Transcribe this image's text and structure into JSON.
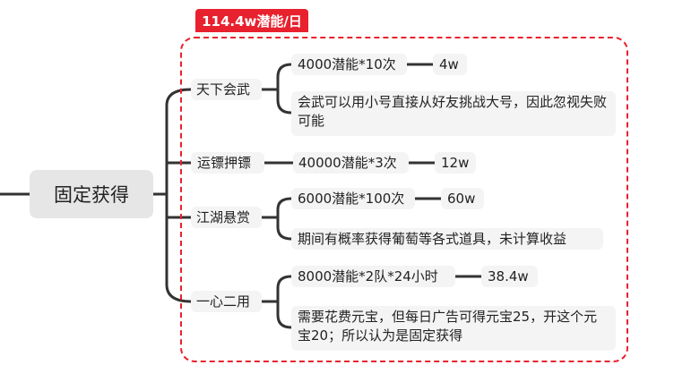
{
  "root": {
    "label": "固定获得"
  },
  "summary_tag": {
    "label": "114.4w潜能/日"
  },
  "branches": [
    {
      "label": "天下会武",
      "formula": "4000潜能*10次",
      "result": "4w",
      "note": "会武可以用小号直接从好友挑战大号，因此忽视失败可能"
    },
    {
      "label": "运镖押镖",
      "formula": "40000潜能*3次",
      "result": "12w"
    },
    {
      "label": "江湖悬赏",
      "formula": "6000潜能*100次",
      "result": "60w",
      "note": "期间有概率获得葡萄等各式道具，未计算收益"
    },
    {
      "label": "一心二用",
      "formula": "8000潜能*2队*24小时",
      "result": "38.4w",
      "note": "需要花费元宝，但每日广告可得元宝25，开这个元宝20；所以认为是固定获得"
    }
  ],
  "colors": {
    "line": "#333333",
    "accent": "#e8212e",
    "node_bg": "#f4f4f4",
    "root_bg": "#e6e6e6"
  }
}
